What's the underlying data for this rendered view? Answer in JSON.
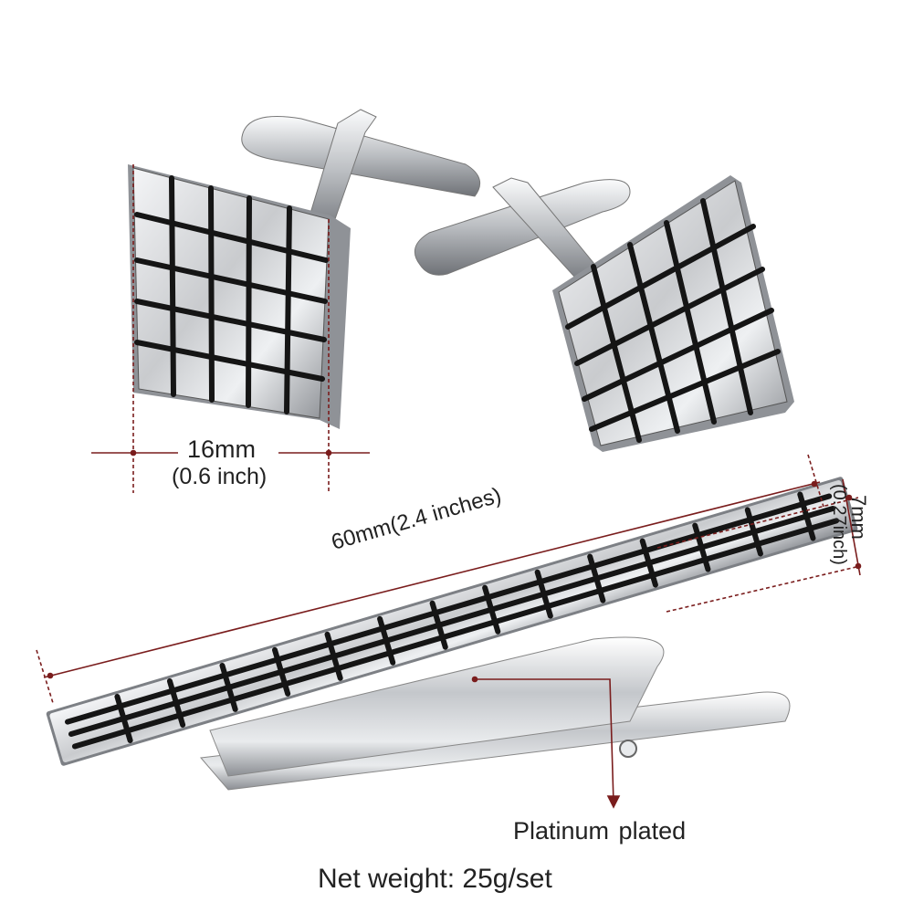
{
  "product": {
    "cufflink_width": "16mm",
    "cufflink_width_inch": "(0.6 inch)",
    "tie_clip_length": "60mm(2.4 inches)",
    "tie_clip_height": "7mm",
    "tie_clip_height_inch": "(0.27inch)",
    "material": "Platinum  plated",
    "net_weight": "Net weight: 25g/set"
  },
  "colors": {
    "metal": "#c9cbce",
    "metal_dark": "#7a7d82",
    "enamel": "#151515",
    "dimension_line": "#7a1d1d"
  }
}
